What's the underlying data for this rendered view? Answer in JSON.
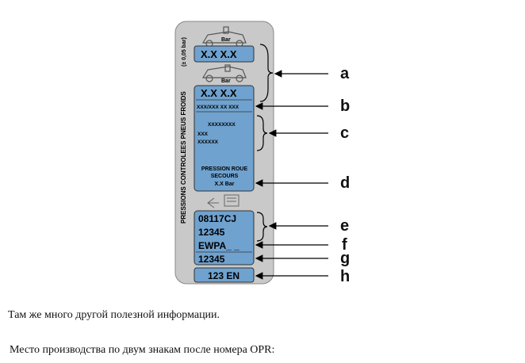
{
  "label": {
    "vertical_title": "PRESSIONS CONTROLEES PNEUS FROIDS",
    "tolerance": "(± 0,05 bar)",
    "bar_unit": "Bar",
    "front_pressure": "X.X  X.X",
    "rear_pressure": "X.X  X.X",
    "tire_size": "XXX/XXX XX XXX",
    "block_c_line1": "XXXXXXXX",
    "block_c_line2": "XXX",
    "block_c_line3": "XXXXXX",
    "spare_line1": "PRESSION ROUE",
    "spare_line2": "SECOURS",
    "spare_line3": "X.X Bar",
    "code_e_line1": "08117CJ",
    "code_e_line2": "12345",
    "code_f": "EWPA_ _",
    "code_g": "12345",
    "code_h": "123 EN"
  },
  "callouts": {
    "a": "a",
    "b": "b",
    "c": "c",
    "d": "d",
    "e": "e",
    "f": "f",
    "g": "g",
    "h": "h"
  },
  "captions": {
    "line1": "Там же много другой полезной информации.",
    "line2": "Место производства по двум знакам после номера OPR:"
  },
  "colors": {
    "panel": "#c9c9c9",
    "field": "#6fa2cf",
    "outline": "#333333"
  }
}
